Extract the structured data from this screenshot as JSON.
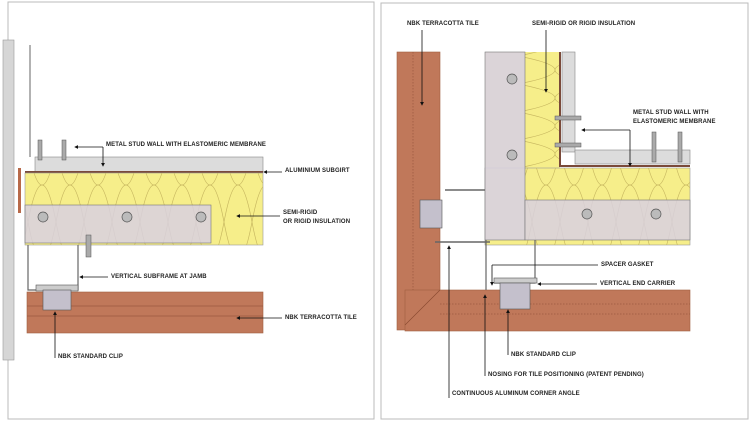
{
  "left_panel": {
    "labels": {
      "stud_wall": "METAL STUD WALL WITH ELASTOMERIC MEMBRANE",
      "subgirt": "ALUMINIUM SUBGIRT",
      "insulation_1": "SEMI-RIGID",
      "insulation_2": "OR RIGID INSULATION",
      "subframe": "VERTICAL SUBFRAME AT JAMB",
      "tile": "NBK TERRACOTTA TILE",
      "clip": "NBK STANDARD CLIP"
    }
  },
  "right_panel": {
    "labels": {
      "tile": "NBK TERRACOTTA TILE",
      "insulation": "SEMI-RIGID OR RIGID INSULATION",
      "stud_wall_1": "METAL STUD WALL WITH",
      "stud_wall_2": "ELASTOMERIC MEMBRANE",
      "gasket": "SPACER GASKET",
      "carrier": "VERTICAL END CARRIER",
      "clip": "NBK STANDARD CLIP",
      "nosing": "NOSING FOR TILE POSITIONING (PATENT PENDING)",
      "corner_angle": "CONTINUOUS ALUMINUM CORNER ANGLE"
    }
  },
  "colors": {
    "terracotta": "#c0785a",
    "insulation": "#f6ee8a",
    "subgirt": "#d8d0e0",
    "stud": "#d9d9d9"
  }
}
